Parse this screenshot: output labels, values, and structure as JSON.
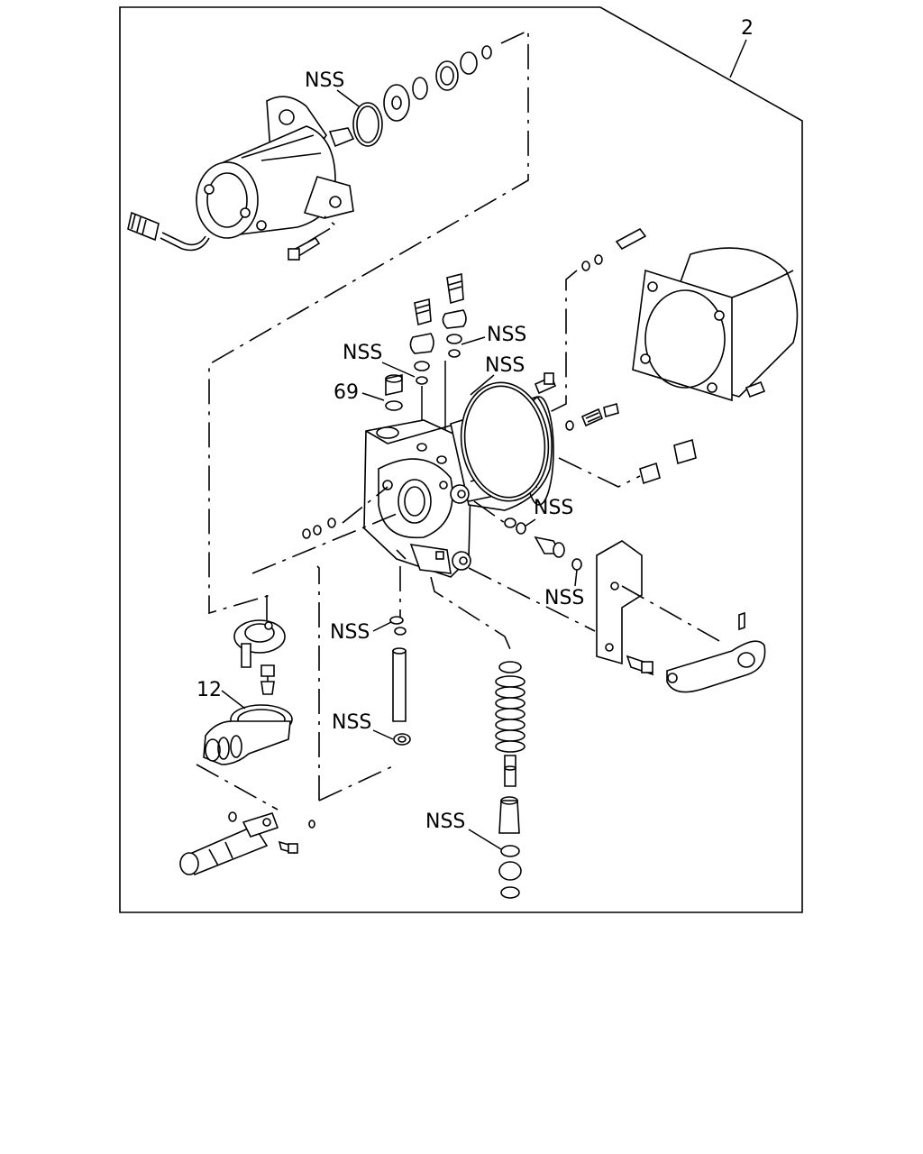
{
  "assembly_callout": "2",
  "callouts": {
    "nss_motor_oring": "NSS",
    "nss_left_washer": "NSS",
    "nss_right_washer": "NSS",
    "nss_housing_oring": "NSS",
    "nss_side_seal": "NSS",
    "nss_bracket_washer": "NSS",
    "nss_shaft_oring": "NSS",
    "nss_shaft_seal": "NSS",
    "nss_plunger_ring": "NSS",
    "plug": "69",
    "boot": "12"
  }
}
